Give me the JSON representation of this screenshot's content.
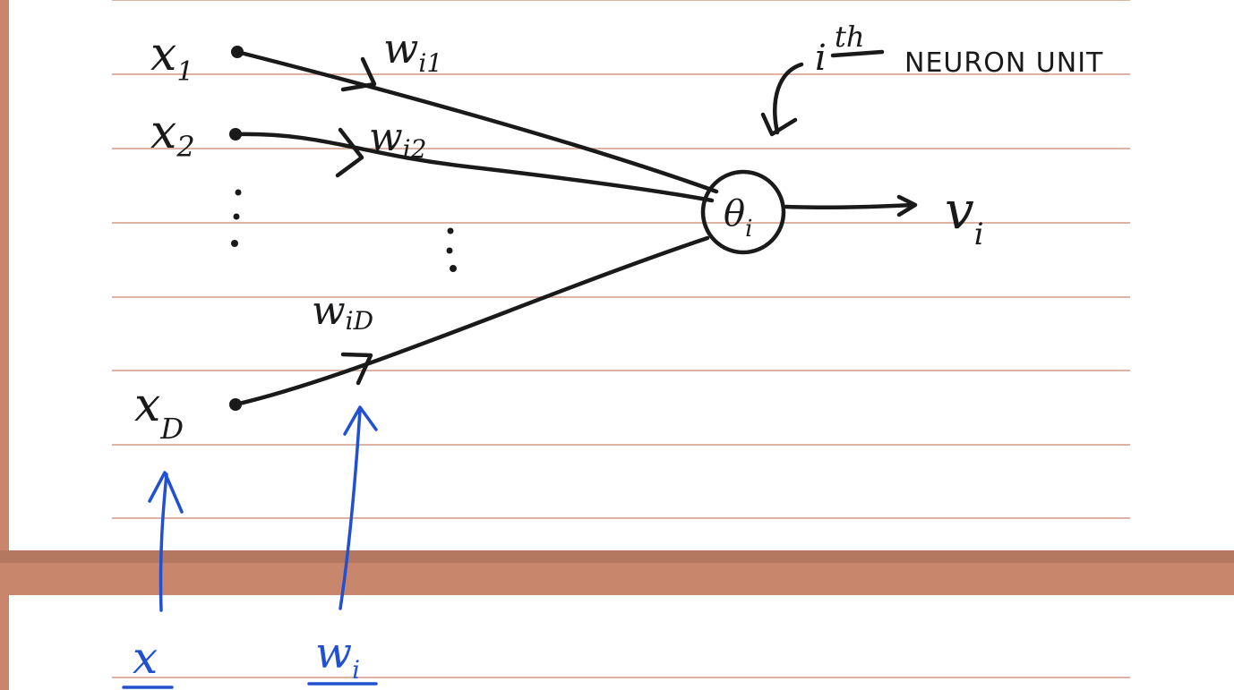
{
  "inputs": {
    "x1": {
      "base": "x",
      "sub": "1"
    },
    "x2": {
      "base": "x",
      "sub": "2"
    },
    "xD": {
      "base": "x",
      "sub": "D"
    }
  },
  "weights": {
    "wi1": {
      "base": "w",
      "sub": "i1"
    },
    "wi2": {
      "base": "w",
      "sub": "i2"
    },
    "wiD": {
      "base": "w",
      "sub": "iD"
    }
  },
  "neuron": {
    "annotation_i": "i",
    "annotation_th": "th",
    "annotation_text": "NEURON UNIT",
    "threshold_base": "θ",
    "threshold_sub": "i",
    "output_base": "v",
    "output_sub": "i"
  },
  "vectors": {
    "x_label": "x",
    "w_label": "w",
    "w_sub": "i"
  },
  "colors": {
    "ink": "#1a1a1a",
    "blue_ink": "#2150d0",
    "rule_line": "#d29a86",
    "paper_border": "#c8866d"
  }
}
